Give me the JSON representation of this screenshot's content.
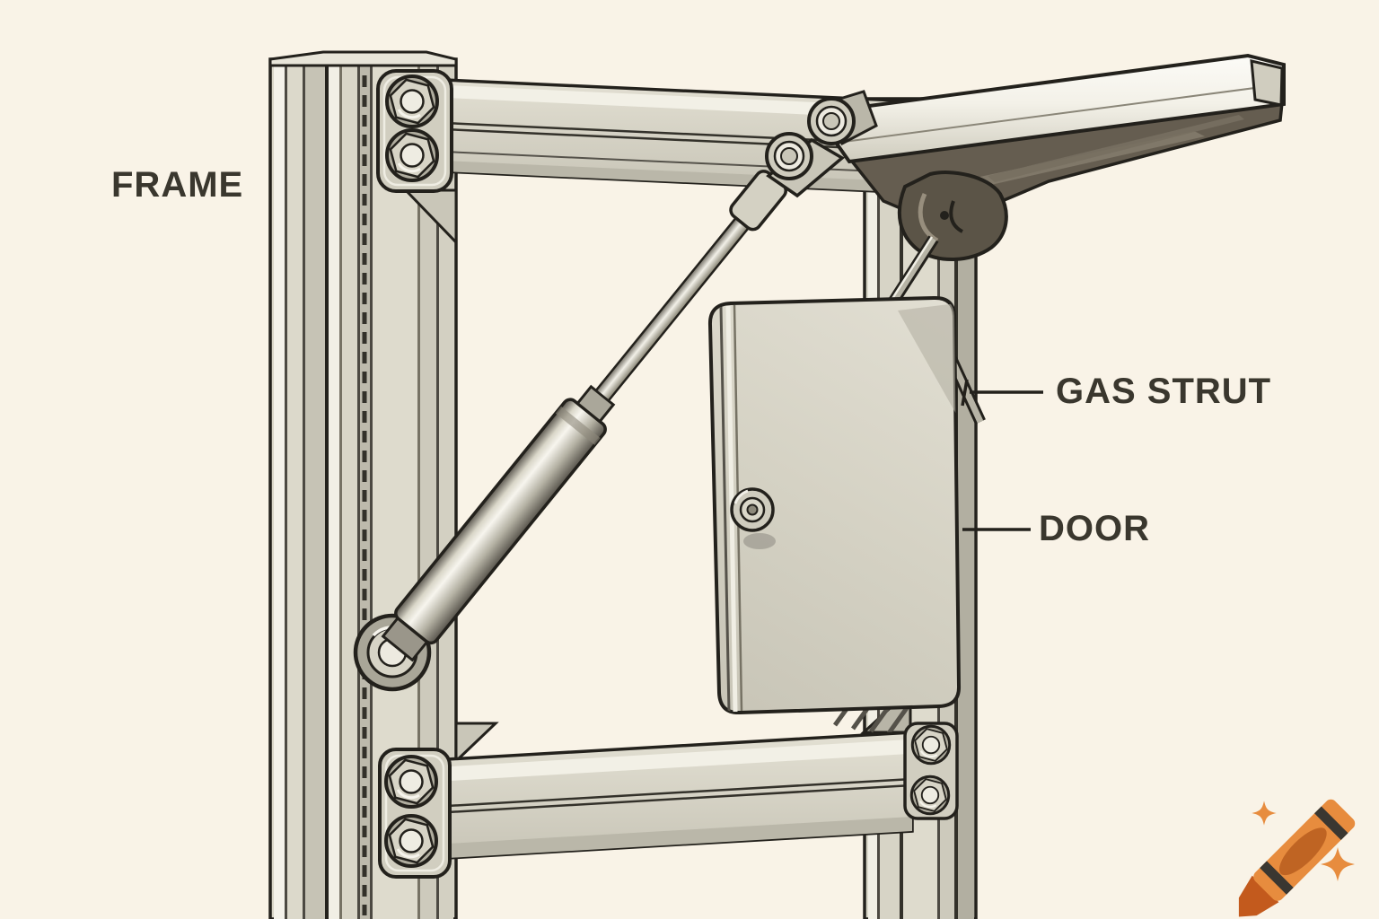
{
  "scene": {
    "type": "technical-illustration",
    "subject": "Aluminum extrusion frame with a gas strut holding a flip-up door open",
    "background_color": "#f9f3e7",
    "outline_color": "#23211c",
    "metal_light": "#f2f0e6",
    "metal_mid": "#d5d2c4",
    "metal_dark": "#8d897b",
    "underside_dark": "#5f584b",
    "label_color": "#3a372e"
  },
  "annotations": {
    "frame": {
      "label": "FRAME"
    },
    "gas_strut": {
      "label": "GAS STRUT"
    },
    "door": {
      "label": "DOOR"
    }
  },
  "watermark": {
    "icon": "crayon-logo",
    "sparkle_icon": "sparkle-icon",
    "body_color": "#e78c3e",
    "tip_color": "#c35a1d",
    "oval_color": "#bf6423",
    "stripe_color": "#3a3731"
  }
}
